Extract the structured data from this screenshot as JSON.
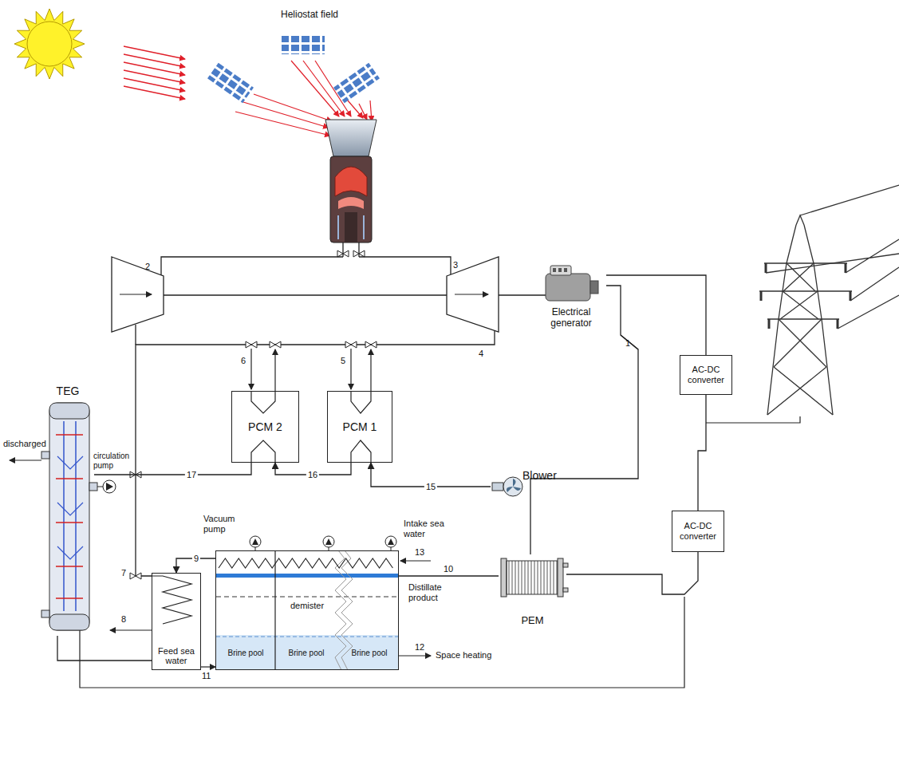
{
  "diagram": {
    "nodes": [
      {
        "text": [
          "TEG"
        ]
      },
      {
        "text": [
          "PCM 2"
        ]
      },
      {
        "text": [
          "PCM 1"
        ]
      },
      {
        "text": [
          "Electrical generator"
        ]
      },
      {
        "text": [
          "AC-DC converter"
        ]
      },
      {
        "text": [
          "Blower"
        ]
      },
      {
        "text": [
          "Feed sea water"
        ]
      },
      {
        "text": [
          "demister"
        ]
      },
      {
        "text": [
          "Brine pool"
        ],
        "in": 7
      },
      {
        "text": [
          "Brine pool"
        ],
        "in": 7
      },
      {
        "text": [
          "Brine pool"
        ],
        "in": 7
      },
      {
        "text": [
          "AC-DC converter"
        ]
      },
      {
        "text": [
          "PEM"
        ]
      }
    ],
    "edges": [
      {
        "from": 3,
        "to": 4,
        "arrow": "none"
      },
      {
        "from": 4,
        "to": 11,
        "arrow": "none"
      },
      {
        "from": 3,
        "to": 12,
        "arrow": "none"
      },
      {
        "from": 11,
        "to": 12,
        "arrow": "none"
      },
      {
        "from": 5,
        "to": 2,
        "label": "15",
        "arrow": "to"
      },
      {
        "from": 2,
        "to": 1,
        "label": "16",
        "arrow": "to"
      },
      {
        "from": 1,
        "to": 0,
        "label": "17",
        "arrow": "none"
      },
      {
        "from": 0,
        "to": 6,
        "arrow": "none"
      },
      {
        "from": 7,
        "to": 6,
        "label": "9",
        "arrow": "to"
      },
      {
        "from": 7,
        "to": 12,
        "label": "10",
        "arrow": "none"
      }
    ],
    "labels": [
      "Heliostat field",
      "2",
      "3",
      "4",
      "6",
      "5",
      "1",
      "discharged",
      "circulation pump",
      "7",
      "8",
      "11",
      "Vacuum pump",
      "Intake sea water",
      "13",
      "Distillate product",
      "12",
      "Space heating"
    ]
  }
}
